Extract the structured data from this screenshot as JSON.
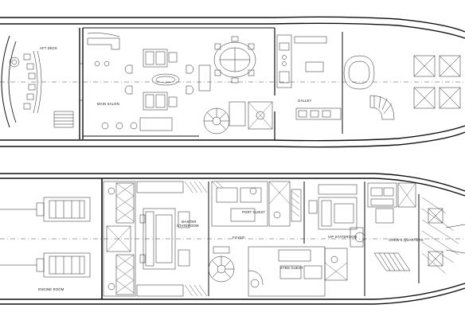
{
  "main_deck": {
    "labels": {
      "aft_deck": "AFT DECK",
      "main_salon": "MAIN SALON",
      "galley": "GALLEY"
    }
  },
  "lower_deck": {
    "labels": {
      "engine_room": "ENGINE ROOM",
      "master_stateroom_1": "MASTER",
      "master_stateroom_2": "STATEROOM",
      "port_guest": "PORT GUEST",
      "foyer": "FOYER",
      "vip_stateroom": "VIP STATEROOM",
      "stbd_guest": "STBD GUEST",
      "crews_quarters": "CREW'S QUARTERS"
    }
  }
}
